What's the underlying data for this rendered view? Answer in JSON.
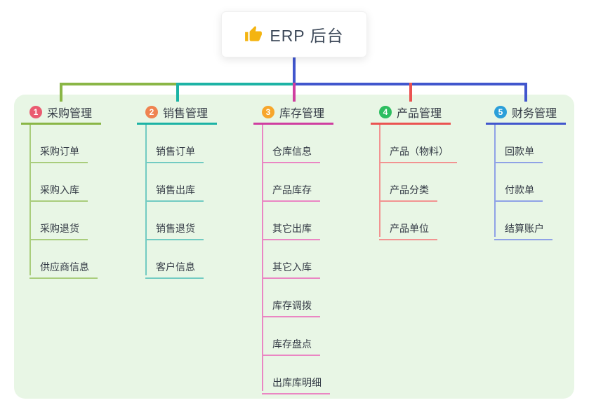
{
  "root": {
    "label": "ERP 后台",
    "icon": "thumbs-up",
    "icon_color": "#f4b411"
  },
  "panel_color": "#e8f6e5",
  "trunk_color": "#4156cd",
  "branches": [
    {
      "badge": "1",
      "title": "采购管理",
      "badge_color": "#ea5b70",
      "line_color": "#8ab646",
      "child_line_color": "#a9cd7c",
      "children": [
        "采购订单",
        "采购入库",
        "采购退货",
        "供应商信息"
      ]
    },
    {
      "badge": "2",
      "title": "销售管理",
      "badge_color": "#ef8350",
      "line_color": "#1cb3a5",
      "child_line_color": "#72cbc2",
      "children": [
        "销售订单",
        "销售出库",
        "销售退货",
        "客户信息"
      ]
    },
    {
      "badge": "3",
      "title": "库存管理",
      "badge_color": "#f7a62b",
      "line_color": "#cf3ea0",
      "child_line_color": "#ea86c3",
      "children": [
        "仓库信息",
        "产品库存",
        "其它出库",
        "其它入库",
        "库存调拨",
        "库存盘点",
        "出库库明细"
      ]
    },
    {
      "badge": "4",
      "title": "产品管理",
      "badge_color": "#2dbe60",
      "line_color": "#ea5351",
      "child_line_color": "#f29391",
      "children": [
        "产品（物料）",
        "产品分类",
        "产品单位"
      ]
    },
    {
      "badge": "5",
      "title": "财务管理",
      "badge_color": "#2b9fd9",
      "line_color": "#4156cd",
      "child_line_color": "#8fa2e6",
      "children": [
        "回款单",
        "付款单",
        "结算账户"
      ]
    }
  ]
}
